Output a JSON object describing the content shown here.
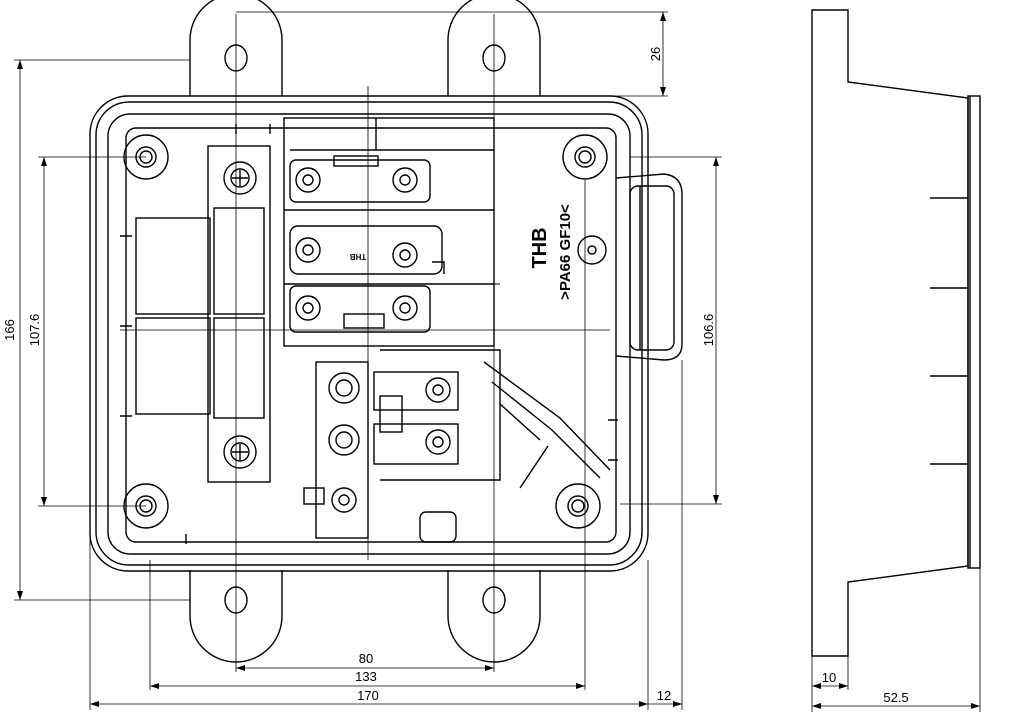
{
  "drawing": {
    "dimensions": {
      "tab_height": "26",
      "mounting_vertical": "106.6",
      "overall_height": "166",
      "hole_vertical": "107.6",
      "hole_spacing_bottom": "80",
      "hole_horizontal": "133",
      "overall_width": "170",
      "clip_offset": "12",
      "side_flange": "10",
      "side_depth": "52.5"
    },
    "markings": {
      "brand": "THB",
      "material": ">PA66 GF10<",
      "terminal_label": "THB"
    }
  }
}
